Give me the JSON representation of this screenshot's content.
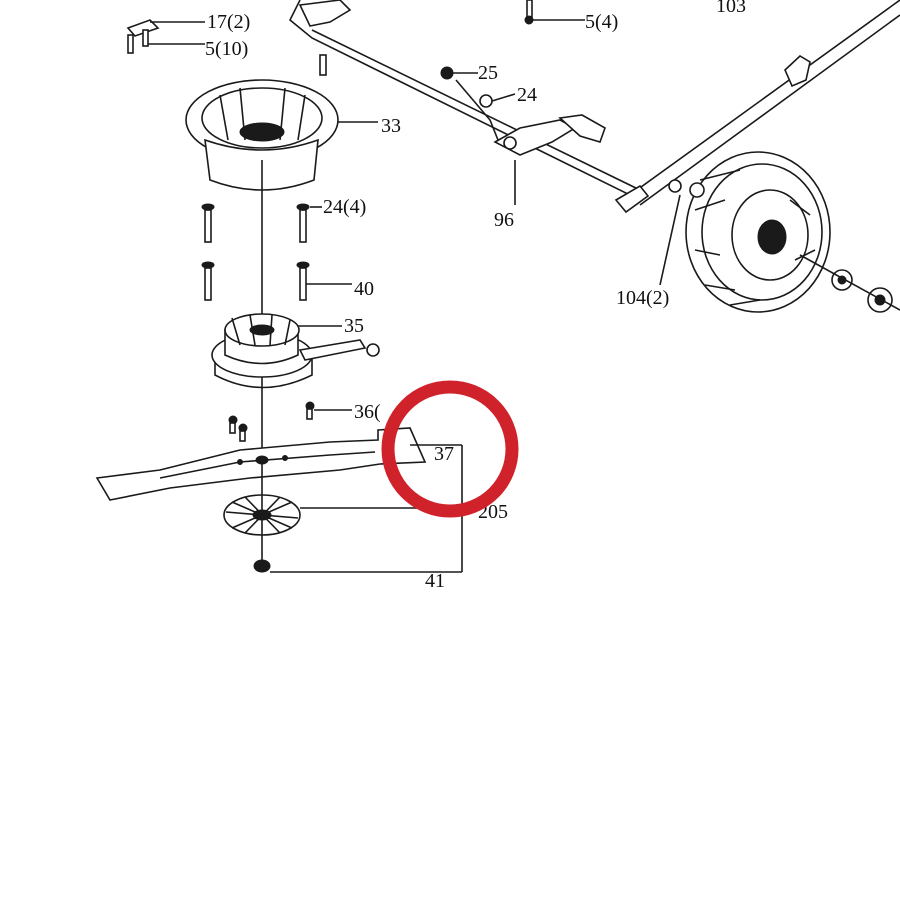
{
  "diagram": {
    "labels": {
      "l17": "17(2)",
      "l5_10": "5(10)",
      "l5_4": "5(4)",
      "l103": "103",
      "l25": "25",
      "l24": "24",
      "l33": "33",
      "l96": "96",
      "l24_4": "24(4)",
      "l40": "40",
      "l104": "104(2)",
      "l35": "35",
      "l36": "36(",
      "l37": "37",
      "l205": "205",
      "l41": "41"
    },
    "highlight": {
      "target_label": "37",
      "color": "#d0222b"
    }
  }
}
